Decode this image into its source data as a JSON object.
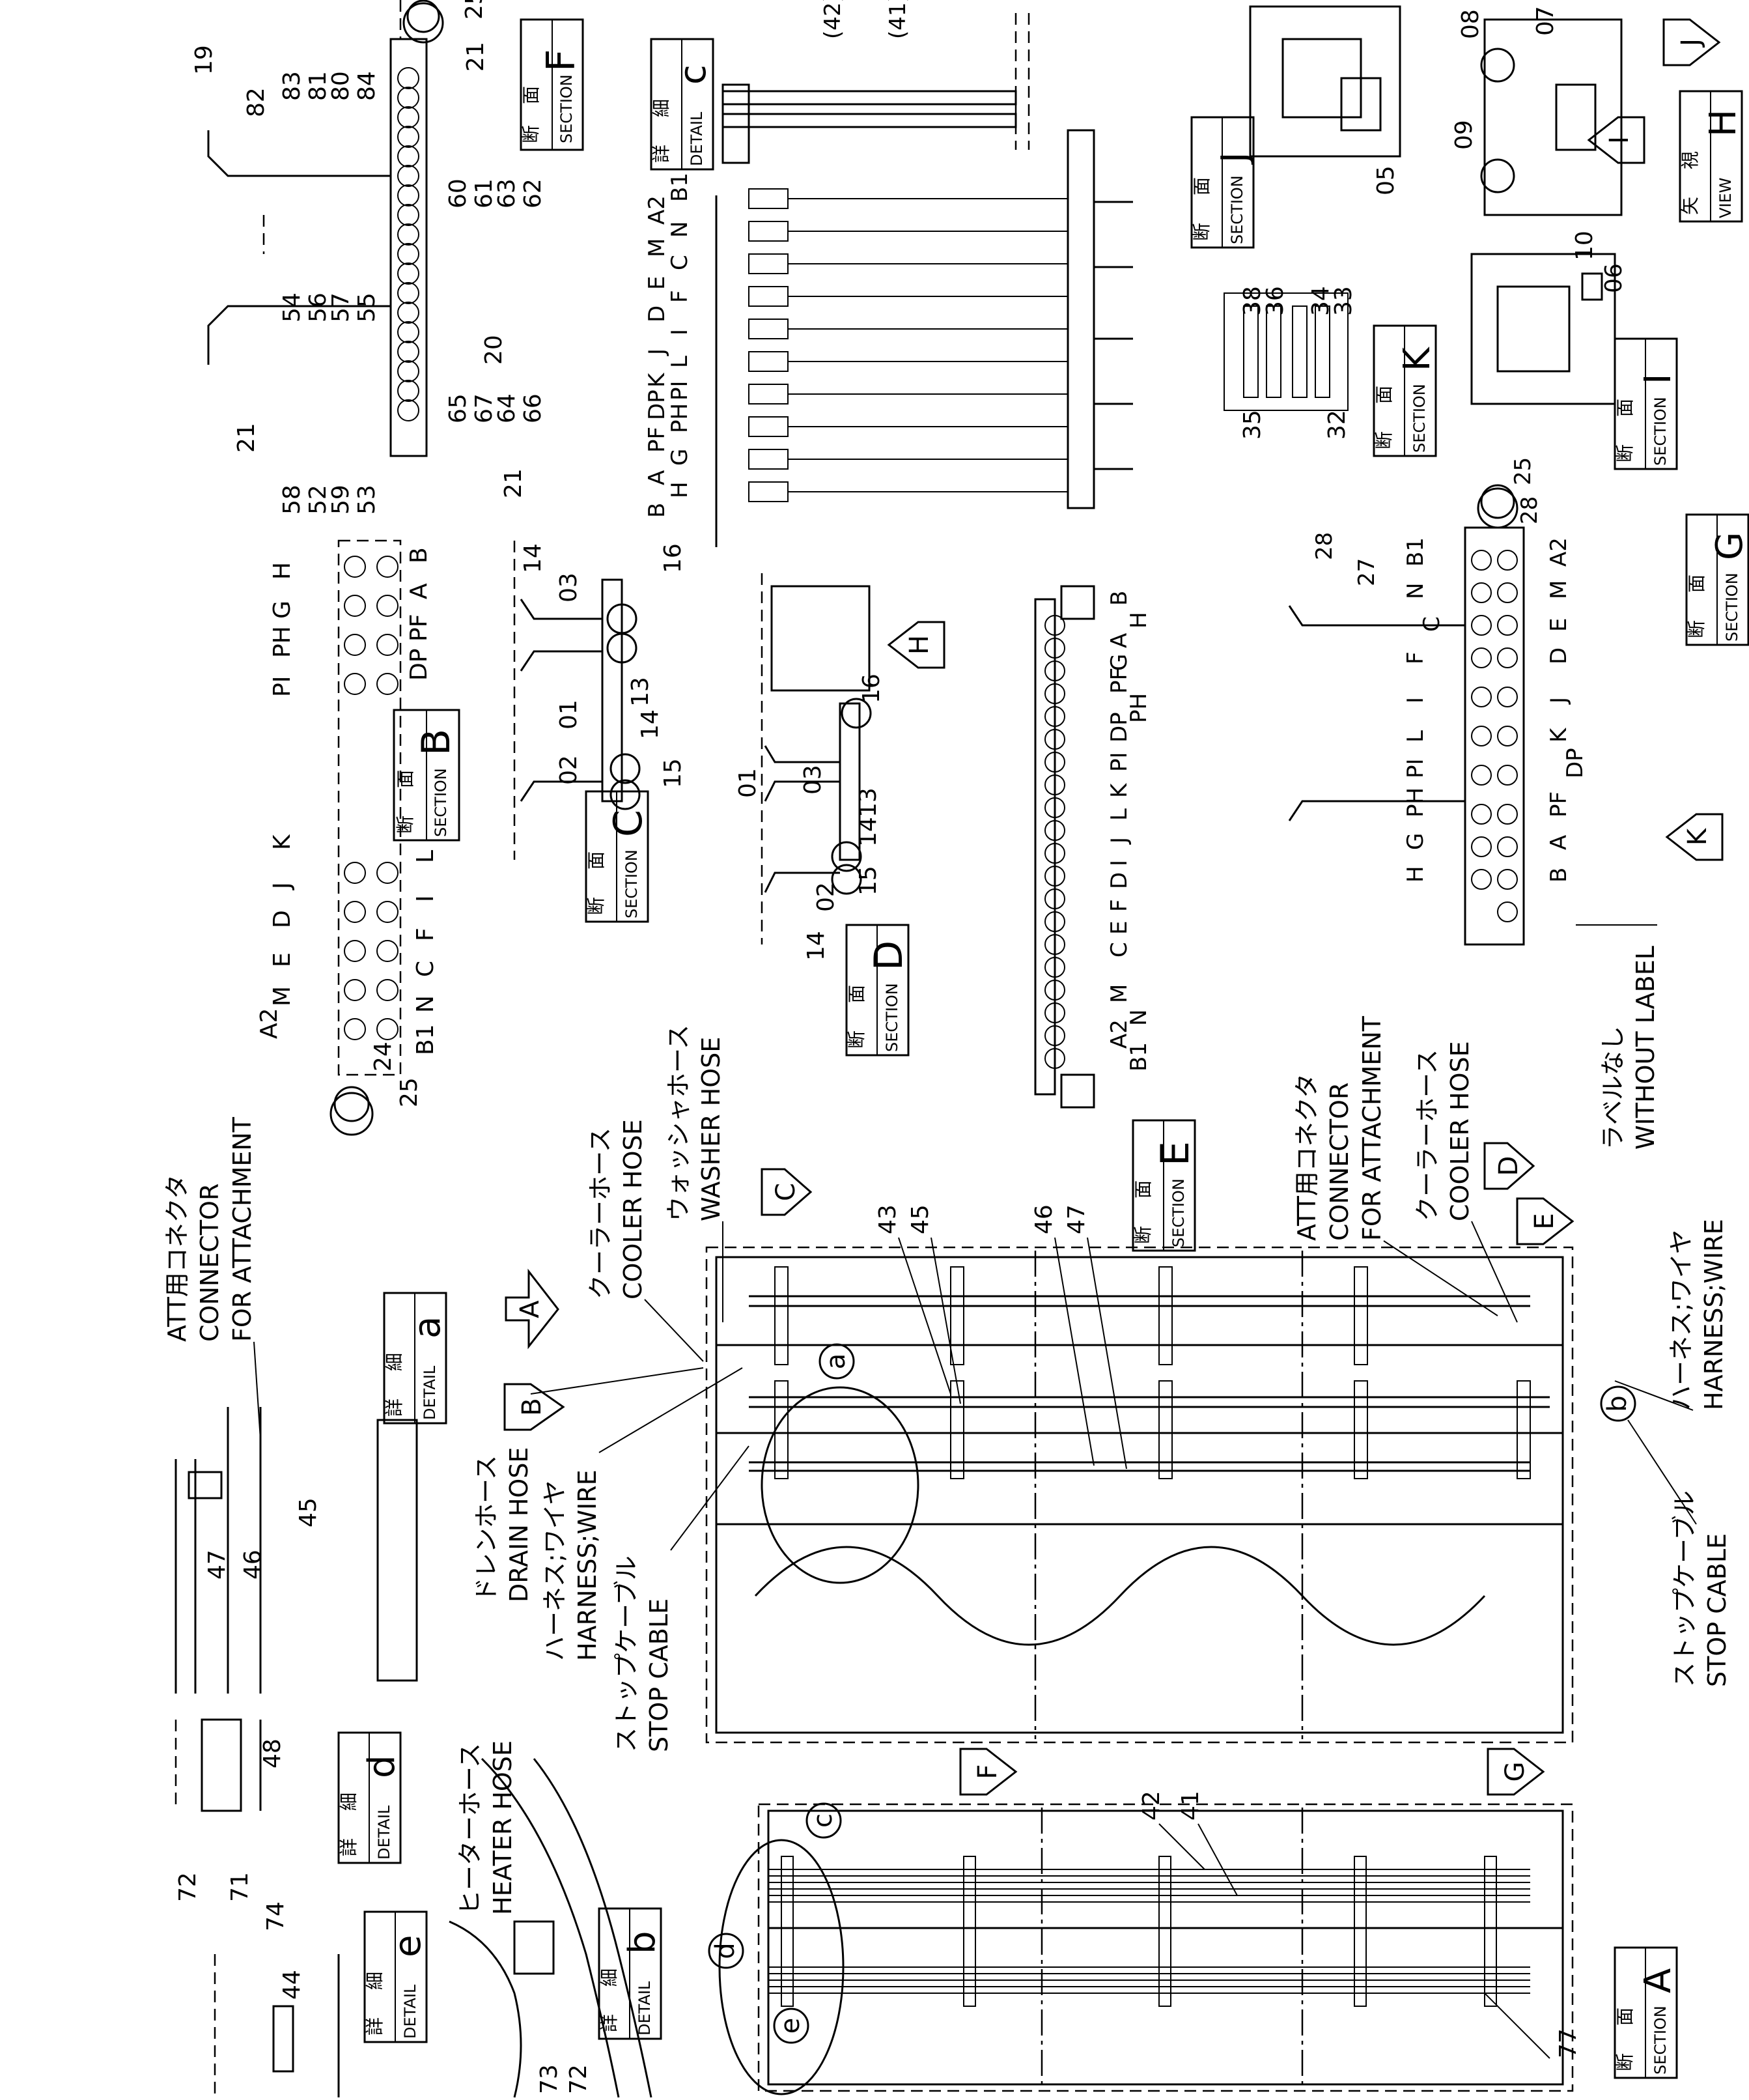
{
  "labels": {
    "section_a": {
      "jp_a": "断",
      "jp_b": "面",
      "en": "SECTION",
      "letter": "A"
    },
    "section_b": {
      "jp_a": "断",
      "jp_b": "面",
      "en": "SECTION",
      "letter": "B"
    },
    "section_c": {
      "jp_a": "断",
      "jp_b": "面",
      "en": "SECTION",
      "letter": "C"
    },
    "section_d": {
      "jp_a": "断",
      "jp_b": "面",
      "en": "SECTION",
      "letter": "D"
    },
    "section_e": {
      "jp_a": "断",
      "jp_b": "面",
      "en": "SECTION",
      "letter": "E"
    },
    "section_f": {
      "jp_a": "断",
      "jp_b": "面",
      "en": "SECTION",
      "letter": "F"
    },
    "section_g": {
      "jp_a": "断",
      "jp_b": "面",
      "en": "SECTION",
      "letter": "G"
    },
    "section_i": {
      "jp_a": "断",
      "jp_b": "面",
      "en": "SECTION",
      "letter": "I"
    },
    "section_j": {
      "jp_a": "断",
      "jp_b": "面",
      "en": "SECTION",
      "letter": "J"
    },
    "section_k": {
      "jp_a": "断",
      "jp_b": "面",
      "en": "SECTION",
      "letter": "K"
    },
    "detail_a": {
      "jp_a": "詳",
      "jp_b": "細",
      "en": "DETAIL",
      "letter": "a"
    },
    "detail_b": {
      "jp_a": "詳",
      "jp_b": "細",
      "en": "DETAIL",
      "letter": "b"
    },
    "detail_c": {
      "jp_a": "詳",
      "jp_b": "細",
      "en": "DETAIL",
      "letter": "c"
    },
    "detail_d": {
      "jp_a": "詳",
      "jp_b": "細",
      "en": "DETAIL",
      "letter": "d"
    },
    "detail_e": {
      "jp_a": "詳",
      "jp_b": "細",
      "en": "DETAIL",
      "letter": "e"
    },
    "view_h": {
      "jp_a": "矢",
      "jp_b": "視",
      "en": "VIEW",
      "letter": "H"
    }
  },
  "callouts": {
    "att_connector": {
      "jp": "ATT用コネクタ",
      "en1": "CONNECTOR",
      "en2": "FOR ATTACHMENT"
    },
    "att_connector_2": {
      "jp": "ATT用コネクタ",
      "en1": "CONNECTOR",
      "en2": "FOR ATTACHMENT"
    },
    "cooler_hose": {
      "jp": "クーラーホース",
      "en": "COOLER HOSE"
    },
    "cooler_hose_2": {
      "jp": "クーラーホース",
      "en": "COOLER HOSE"
    },
    "washer_hose": {
      "jp": "ウォッシャホース",
      "en": "WASHER HOSE"
    },
    "drain_hose": {
      "jp": "ドレンホース",
      "en": "DRAIN HOSE"
    },
    "harness_wire": {
      "jp": "ハーネス;ワイヤ",
      "en": "HARNESS;WIRE"
    },
    "harness_wire_2": {
      "jp": "ハーネス;ワイヤ",
      "en": "HARNESS;WIRE"
    },
    "stop_cable": {
      "jp": "ストップケーブル",
      "en": "STOP CABLE"
    },
    "stop_cable_2": {
      "jp": "ストップケーブル",
      "en": "STOP CABLE"
    },
    "heater_hose": {
      "jp": "ヒーターホース",
      "en": "HEATER HOSE"
    },
    "without_label": {
      "jp": "ラベルなし",
      "en": "WITHOUT LABEL"
    }
  },
  "view_arrows": {
    "a": "A",
    "b": "B",
    "c": "C",
    "d": "D",
    "e": "E",
    "f": "F",
    "g": "G",
    "h": "H",
    "i": "I",
    "j": "J",
    "k": "K"
  },
  "detail_circles": {
    "a": "a",
    "b": "b",
    "c": "c",
    "d": "d",
    "e": "e"
  },
  "part_numbers": {
    "p01": "01",
    "p02": "02",
    "p03": "03",
    "p05": "05",
    "p06": "06",
    "p07": "07",
    "p08": "08",
    "p09": "09",
    "p10": "10",
    "p13": "13",
    "p14": "14",
    "p15": "15",
    "p16": "16",
    "p19": "19",
    "p20": "20",
    "p21": "21",
    "p24": "24",
    "p25": "25",
    "p27": "27",
    "p28": "28",
    "p32": "32",
    "p33": "33",
    "p34": "34",
    "p35": "35",
    "p36": "36",
    "p38": "38",
    "p41": "41",
    "p41p": "(41)",
    "p42": "42",
    "p42p": "(42)",
    "p43": "43",
    "p44": "44",
    "p45": "45",
    "p46": "46",
    "p47": "47",
    "p48": "48",
    "p52": "52",
    "p53": "53",
    "p54": "54",
    "p55": "55",
    "p56": "56",
    "p57": "57",
    "p58": "58",
    "p59": "59",
    "p60": "60",
    "p61": "61",
    "p62": "62",
    "p63": "63",
    "p64": "64",
    "p65": "65",
    "p66": "66",
    "p67": "67",
    "p71": "71",
    "p72": "72",
    "p73": "73",
    "p74": "74",
    "p77": "77",
    "p80": "80",
    "p81": "81",
    "p82": "82",
    "p83": "83",
    "p84": "84"
  },
  "hose_codes": {
    "sec_b_top": [
      "A2",
      "M",
      "E",
      "D",
      "J",
      "K"
    ],
    "sec_b_bottom": [
      "B1",
      "N",
      "C",
      "F",
      "I",
      "L"
    ],
    "sec_b_right_top": [
      "PI",
      "PH",
      "G",
      "H"
    ],
    "sec_b_right_bottom": [
      "DP",
      "PF",
      "A",
      "B"
    ],
    "detail_c": [
      "B1",
      "A2",
      "N",
      "M",
      "C",
      "E",
      "F",
      "D",
      "I",
      "J",
      "L",
      "K",
      "PI",
      "DP",
      "PH",
      "PF",
      "G",
      "A",
      "H",
      "B"
    ],
    "sec_e": [
      "B1",
      "A2",
      "N",
      "M",
      "C",
      "E",
      "F",
      "D",
      "I",
      "J",
      "L",
      "K",
      "PI",
      "DP",
      "PH",
      "PF",
      "G",
      "A",
      "H",
      "B"
    ],
    "sec_g_top": [
      "B1",
      "N",
      "C",
      "F",
      "I",
      "L",
      "PI",
      "PH",
      "G",
      "H"
    ],
    "sec_g_bottom": [
      "A2",
      "M",
      "E",
      "D",
      "J",
      "K",
      "DP",
      "PF",
      "A",
      "B"
    ]
  }
}
